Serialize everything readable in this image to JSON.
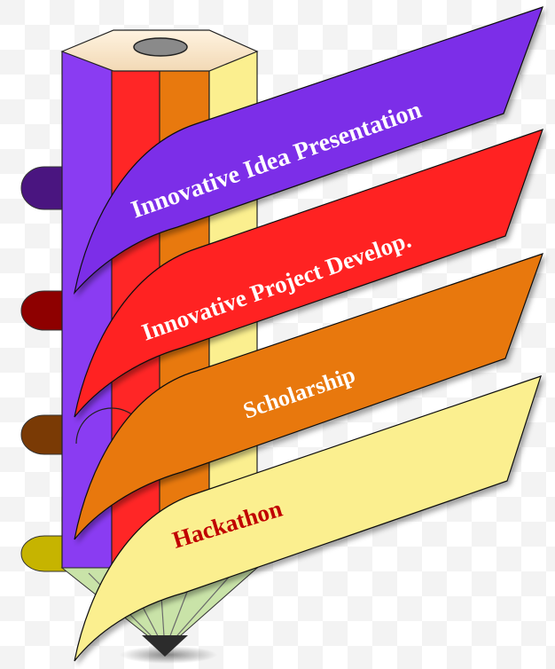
{
  "banners": [
    {
      "label": "Innovative Idea Presentation",
      "fill": "#7b2ee8",
      "text_color": "#ffffff"
    },
    {
      "label": "Innovative Project  Develop.",
      "fill": "#ff2222",
      "text_color": "#ffffff"
    },
    {
      "label": "Scholarship",
      "fill": "#e8780e",
      "text_color": "#ffffff"
    },
    {
      "label": "Hackathon",
      "fill": "#fbef8f",
      "text_color": "#c00000"
    }
  ],
  "pencil": {
    "stripe_colors": [
      "#8a3cf2",
      "#ff2626",
      "#e8790e",
      "#fbef8f"
    ],
    "tab_colors": [
      "#4a1580",
      "#8e0000",
      "#7a3a05",
      "#c6b400"
    ]
  }
}
